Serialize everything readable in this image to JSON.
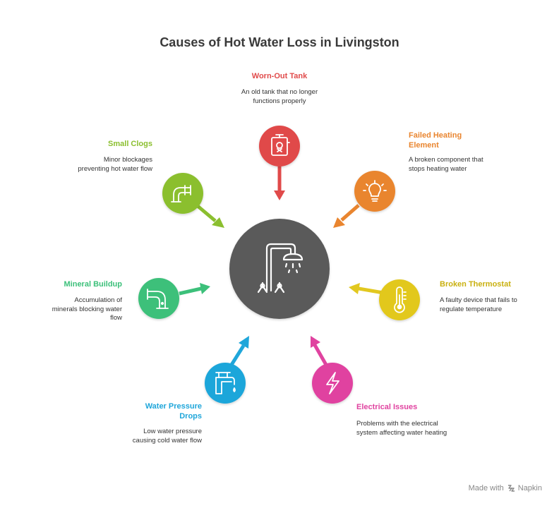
{
  "title": "Causes of Hot Water Loss in Livingston",
  "center": {
    "icon": "shower-faucet-icon",
    "color": "#5a5a5a"
  },
  "causes": [
    {
      "id": "worn-out-tank",
      "label": "Worn-Out Tank",
      "desc": "An old tank that no longer functions properly",
      "color": "#e04a4a",
      "icon": "tank-icon"
    },
    {
      "id": "failed-heating-element",
      "label": "Failed Heating Element",
      "desc": "A broken component that stops heating water",
      "color": "#e9852f",
      "icon": "lightbulb-icon"
    },
    {
      "id": "broken-thermostat",
      "label": "Broken Thermostat",
      "desc": "A faulty device that fails to regulate temperature",
      "color": "#e2c81f",
      "icon": "thermometer-icon"
    },
    {
      "id": "electrical-issues",
      "label": "Electrical Issues",
      "desc": "Problems with the electrical system affecting water heating",
      "color": "#e043a0",
      "icon": "lightning-icon"
    },
    {
      "id": "water-pressure-drops",
      "label": "Water Pressure Drops",
      "desc": "Low water pressure causing cold water flow",
      "color": "#1fa6da",
      "icon": "faucet-icon"
    },
    {
      "id": "mineral-buildup",
      "label": "Mineral Buildup",
      "desc": "Accumulation of minerals blocking water flow",
      "color": "#3cc07a",
      "icon": "pipe-icon"
    },
    {
      "id": "small-clogs",
      "label": "Small Clogs",
      "desc": "Minor blockages preventing hot water flow",
      "color": "#8bbf2f",
      "icon": "pipe-bend-icon"
    }
  ],
  "footer": {
    "text": "Made with",
    "brand": "Napkin",
    "icon": "napkin-logo-icon"
  }
}
